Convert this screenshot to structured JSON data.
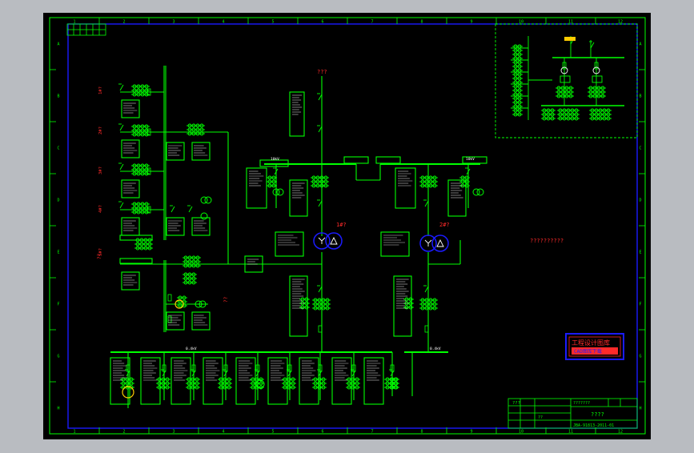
{
  "colors": {
    "window_bg": "#b9bcc1",
    "canvas_bg": "#000000",
    "border": "#00ff00",
    "frame": "#1b1bff",
    "lines": "#00ff00",
    "labels": "#ff2a2a",
    "white": "#ffffff",
    "transformer": "#1b1bff"
  },
  "grid": {
    "columns": [
      "1",
      "2",
      "3",
      "4",
      "5",
      "6",
      "7",
      "8",
      "9",
      "10",
      "11",
      "12"
    ],
    "rows": [
      "A",
      "B",
      "C",
      "D",
      "E",
      "F",
      "G",
      "H"
    ]
  },
  "labels": {
    "top_incoming": "???",
    "transformer_1": "1#?",
    "transformer_2": "2#?",
    "center_note": "??????????",
    "bus_left": "10kV",
    "bus_right": "10kV",
    "lv_bus_left": "0.4kV",
    "lv_bus_right": "0.4kV",
    "left_tags": [
      "1#?",
      "2#?",
      "3#?",
      "4#?",
      "5#?"
    ],
    "left_vertical_tag": "??",
    "mid_vertical_tag": "??"
  },
  "stamp": {
    "line1": "工程设计图库",
    "line2": "CAD图库下载"
  },
  "title_block": {
    "cell1": "???",
    "cell2": "??",
    "drawing_title": "????",
    "drawing_no": "JBA-91813-2011-01",
    "company": "???????"
  }
}
